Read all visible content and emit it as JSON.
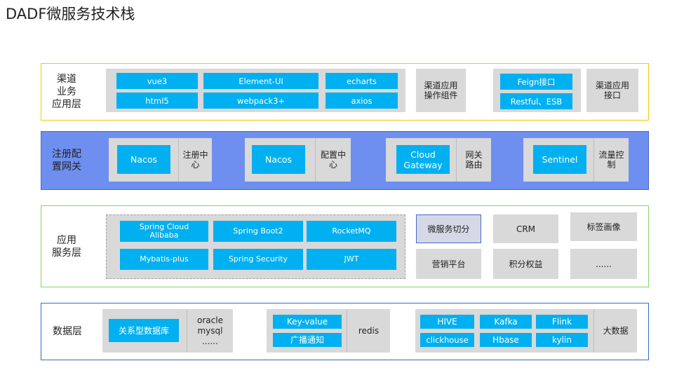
{
  "title": "DADF微服务技术栈",
  "layers": {
    "channel": {
      "name": "渠道\n业务\n应用层",
      "techs": [
        "vue3",
        "Element-UI",
        "echarts",
        "html5",
        "webpack3+",
        "axios"
      ],
      "component_label": "渠道应用\n操作组件",
      "interfaces": [
        "Feign接口",
        "Restful、ESB"
      ],
      "interface_label": "渠道应用\n接口"
    },
    "registry": {
      "name": "注册配\n置网关",
      "items": [
        {
          "box": "Nacos",
          "label": "注册中\n心"
        },
        {
          "box": "Nacos",
          "label": "配置中\n心"
        },
        {
          "box": "Cloud\nGateway",
          "label": "网关\n路由"
        },
        {
          "box": "Sentinel",
          "label": "流量控\n制"
        }
      ]
    },
    "service": {
      "name": "应用\n服务层",
      "techs": [
        "Spring Cloud\nAlibaba",
        "Spring Boot2",
        "RocketMQ",
        "Mybatis-plus",
        "Spring Security",
        "JWT"
      ],
      "modules": [
        "微服务切分",
        "CRM",
        "标签画像",
        "营销平台",
        "积分权益",
        "......"
      ]
    },
    "data": {
      "name": "数据层",
      "relational": "关系型数据库",
      "relational_note": "oracle\nmysql\n......",
      "kv": [
        "Key-value",
        "广播通知"
      ],
      "kv_label": "redis",
      "bigdata": [
        "HIVE",
        "Kafka",
        "Flink",
        "clickhouse",
        "Hbase",
        "kylin"
      ],
      "bigdata_label": "大数据"
    }
  }
}
